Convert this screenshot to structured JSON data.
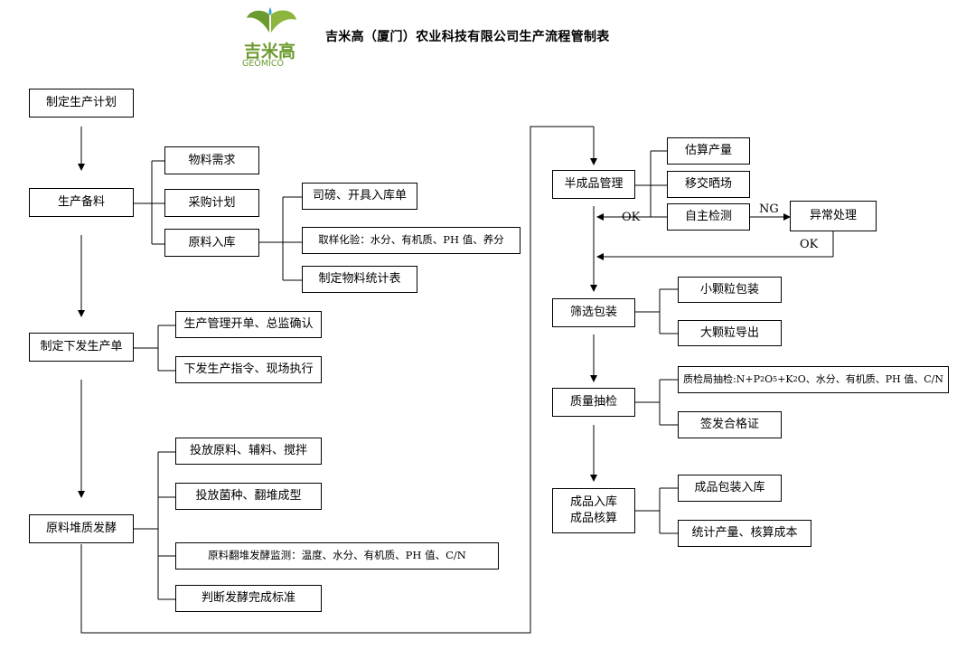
{
  "header": {
    "title": "吉米高（厦门）农业科技有限公司生产流程管制表",
    "logo_cn": "吉米高",
    "logo_en": "GEOMICO",
    "logo_color": "#6b9a2e"
  },
  "left_flow": {
    "plan": "制定生产计划",
    "prep": "生产备料",
    "prep_items": [
      "物料需求",
      "采购计划",
      "原料入库"
    ],
    "inbound_items": [
      "司磅、开具入库单",
      "取样化验：水分、有机质、PH 值、养分",
      "制定物料统计表"
    ],
    "order": "制定下发生产单",
    "order_items": [
      "生产管理开单、总监确认",
      "下发生产指令、现场执行"
    ],
    "ferment": "原料堆质发酵",
    "ferment_items": [
      "投放原料、辅料、搅拌",
      "投放菌种、翻堆成型",
      "原料翻堆发酵监测：温度、水分、有机质、PH 值、C/N",
      "判断发酵完成标准"
    ]
  },
  "right_flow": {
    "semi": "半成品管理",
    "semi_items": [
      "估算产量",
      "移交晒场",
      "自主检测"
    ],
    "abnormal": "异常处理",
    "ng_label": "NG",
    "ok_label_1": "OK",
    "ok_label_2": "OK",
    "screen": "筛选包装",
    "screen_items": [
      "小颗粒包装",
      "大颗粒导出"
    ],
    "qc": "质量抽检",
    "qc_item1_prefix": "质检局抽检:N+P",
    "qc_item1_sub1": "2",
    "qc_item1_mid1": "O",
    "qc_item1_sub2": "5",
    "qc_item1_mid2": "+K",
    "qc_item1_sub3": "2",
    "qc_item1_suffix": "O、水分、有机质、PH 值、C/N",
    "qc_item2": "签发合格证",
    "finished_line1": "成品入库",
    "finished_line2": "成品核算",
    "finished_items": [
      "成品包装入库",
      "统计产量、核算成本"
    ]
  }
}
